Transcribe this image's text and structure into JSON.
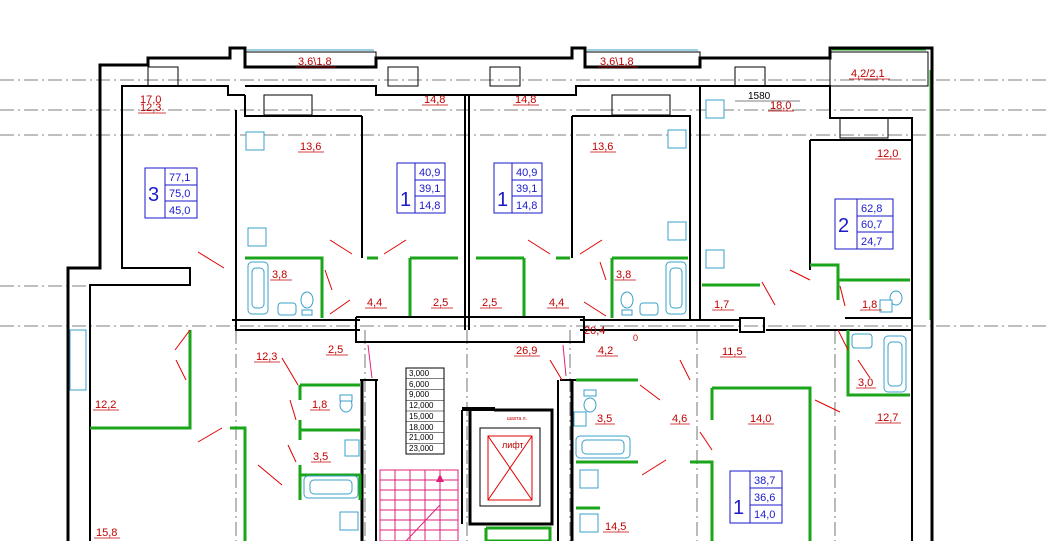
{
  "plan": {
    "areas": {
      "a_17_0": "17,0",
      "a_12_3_top": "12,3",
      "a_13_6_left": "13,6",
      "a_14_8_left": "14,8",
      "a_14_8_right": "14,8",
      "a_13_6_right": "13,6",
      "a_18_0": "18,0",
      "a_12_0": "12,0",
      "a_3_8_left": "3,8",
      "a_4_4_left": "4,4",
      "a_2_5_a": "2,5",
      "a_2_5_b": "2,5",
      "a_4_4_right": "4,4",
      "a_3_8_right": "3,8",
      "a_1_7": "1,7",
      "a_1_8_right": "1,8",
      "a_20_4": "20,4",
      "a_2_5_c": "2,5",
      "a_26_9": "26,9",
      "a_4_2": "4,2",
      "a_11_5": "11,5",
      "a_12_3_mid": "12,3",
      "a_12_2": "12,2",
      "a_1_8_left": "1,8",
      "a_3_5_left": "3,5",
      "a_3_5_right": "3,5",
      "a_4_6": "4,6",
      "a_14_0": "14,0",
      "a_3_0": "3,0",
      "a_12_7": "12,7",
      "a_15_8": "15,8",
      "a_14_5": "14,5"
    },
    "dims": {
      "balcony_left": "3,6\\1,8",
      "balcony_right": "3,6\\1,8",
      "balcony_far": "4,2/2,1",
      "d1580": "1580"
    },
    "apartments": [
      {
        "rooms": "3",
        "total": "77,1",
        "living": "75,0",
        "net": "45,0"
      },
      {
        "rooms": "1",
        "total": "40,9",
        "living": "39,1",
        "net": "14,8"
      },
      {
        "rooms": "1",
        "total": "40,9",
        "living": "39,1",
        "net": "14,8"
      },
      {
        "rooms": "2",
        "total": "62,8",
        "living": "60,7",
        "net": "24,7"
      },
      {
        "rooms": "1",
        "total": "38,7",
        "living": "36,6",
        "net": "14,0"
      }
    ],
    "levels": [
      "3,000",
      "6,000",
      "9,000",
      "12,000",
      "15,000",
      "18,000",
      "21,000",
      "23,000"
    ],
    "lift_label": "лифт",
    "lift_tag": "шахта л.",
    "zero_mark": "0"
  },
  "colors": {
    "walls": "#000000",
    "partitions": "#1aa51a",
    "labels": "#c00000",
    "apartment_boxes": "#1a1acc",
    "fixtures": "#3aa0c8",
    "stairs": "#e0207a"
  }
}
